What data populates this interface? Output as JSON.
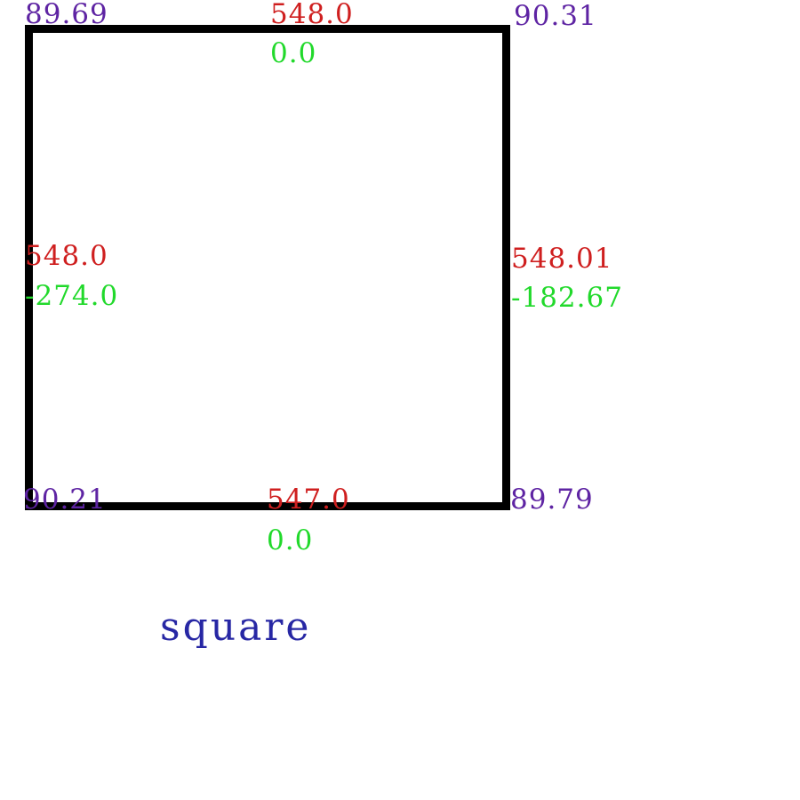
{
  "diagram": {
    "shape_name": "square",
    "corner_angles": {
      "top_left": "89.69",
      "top_right": "90.31",
      "bottom_left": "90.21",
      "bottom_right": "89.79"
    },
    "sides": {
      "top": {
        "length": "548.0",
        "offset": "0.0"
      },
      "left": {
        "length": "548.0",
        "offset": "-274.0"
      },
      "right": {
        "length": "548.01",
        "offset": "-182.67"
      },
      "bottom": {
        "length": "547.0",
        "offset": "0.0"
      }
    },
    "colors": {
      "outline": "#000000",
      "angle_text": "#5e24a3",
      "length_text": "#cf1f1f",
      "offset_text": "#21d92b",
      "shape_name_text": "#2727a4",
      "background": "#ffffff"
    }
  }
}
